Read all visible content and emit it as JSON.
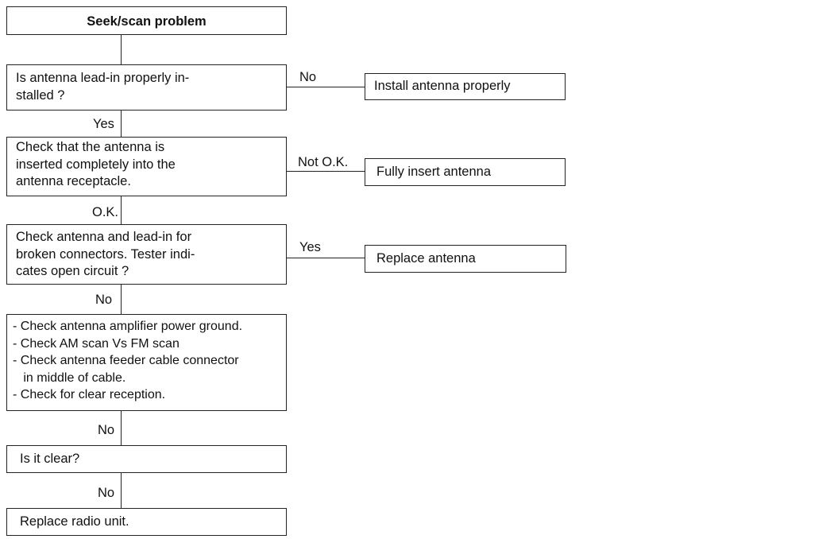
{
  "flowchart": {
    "title": "Seek/scan problem",
    "steps": [
      {
        "text": "Is antenna lead-in properly in-\nstalled ?",
        "branch_label": "No",
        "branch_action": "Install antenna properly",
        "next_label": "Yes"
      },
      {
        "text": "Check that the antenna is\ninserted completely into the\nantenna receptacle.",
        "branch_label": "Not O.K.",
        "branch_action": "Fully insert antenna",
        "next_label": "O.K."
      },
      {
        "text": "Check antenna and lead-in for\nbroken connectors. Tester indi-\ncates open circuit ?",
        "branch_label": "Yes",
        "branch_action": "Replace antenna",
        "next_label": "No"
      },
      {
        "text": "- Check antenna amplifier power ground.\n- Check AM scan Vs FM scan\n- Check antenna feeder cable connector\n   in middle of cable.\n- Check for clear reception.",
        "next_label": "No"
      },
      {
        "text": "Is it clear?",
        "next_label": "No"
      },
      {
        "text": "Replace radio unit."
      }
    ]
  }
}
